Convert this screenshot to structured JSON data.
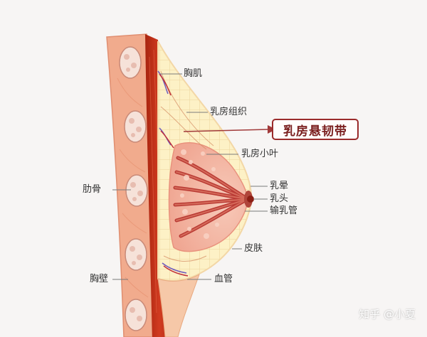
{
  "labels": {
    "pectoral_muscle": "胸肌",
    "breast_tissue": "乳房组织",
    "suspensory_ligament": "乳房悬韧带",
    "lobule": "乳房小叶",
    "areola": "乳晕",
    "nipple": "乳头",
    "lactiferous_duct": "输乳管",
    "skin": "皮肤",
    "blood_vessel": "血管",
    "rib": "肋骨",
    "chest_wall": "胸壁"
  },
  "watermark": "知乎 @小夏",
  "colors": {
    "background": "#f7f5f4",
    "chest_wall": "#f1ab8d",
    "muscle": "#c9321c",
    "fat": "#fdf1c6",
    "lobule": "#f4b9a8",
    "duct": "#b93a34",
    "nipple": "#8c1f15",
    "accent": "#9a2b2b"
  }
}
